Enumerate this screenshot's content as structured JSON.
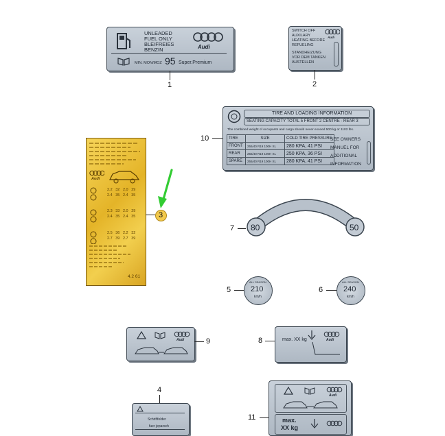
{
  "callouts": [
    "1",
    "2",
    "3",
    "4",
    "5",
    "6",
    "7",
    "8",
    "9",
    "10",
    "11"
  ],
  "label1": {
    "line1": "UNLEADED",
    "line2": "FUEL ONLY",
    "line3": "BLEIFREIES",
    "line4": "BENZIN",
    "mon": "MIN. MON/MOZ",
    "octane": "95",
    "grade": "Super.Premium",
    "brand": "Audi"
  },
  "label2": {
    "lines": [
      "SWITCH OFF",
      "AUXILARY",
      "HEATING BEFORE",
      "REFUELING",
      "STANDHEIZUNG",
      "VOR DEM TANKEN",
      "AUSTELLEN"
    ],
    "brand": "Audi"
  },
  "label10": {
    "title": "TIRE AND LOADING INFORMATION",
    "seating": "SEATING CAPACITY TOTAL 5  FRONT 2  CENTRE - REAR 3",
    "note": "The combined weight of occupants and cargo should never exceed 500 kg or 1102 lbs.",
    "headers": [
      "TIRE",
      "SIZE",
      "COLD TIRE PRESSURE"
    ],
    "rows": [
      {
        "tire": "FRONT",
        "size": "255/40 R19 100H XL",
        "pressure": "280 KPA, 41 PSI"
      },
      {
        "tire": "REAR",
        "size": "255/40 R19 100H XL",
        "pressure": "250 KPA, 36 PSI"
      },
      {
        "tire": "SPARE",
        "size": "255/40 R19 100H XL",
        "pressure": "280 KPA, 41 PSI"
      }
    ],
    "side": [
      "SEE OWNERS",
      "MANUEL FOR",
      "ADDITIONAL",
      "INFORMATION"
    ]
  },
  "label3": {
    "rows": [
      [
        "2.2",
        "32",
        "2.0",
        "29"
      ],
      [
        "2.4",
        "35",
        "2.4",
        "35"
      ],
      [
        "2.3",
        "33",
        "2.0",
        "29"
      ],
      [
        "2.4",
        "35",
        "2.4",
        "35"
      ],
      [
        "2.5",
        "36",
        "2.2",
        "32"
      ],
      [
        "2.7",
        "39",
        "2.7",
        "39"
      ]
    ],
    "code": "4.2 61",
    "brand": "Audi"
  },
  "label7": {
    "left": "80",
    "right": "50"
  },
  "label5": {
    "top": "ALL SEASON",
    "speed": "210",
    "unit": "km/h"
  },
  "label6": {
    "top": "ALL SEASON",
    "speed": "240",
    "unit": "km/h"
  },
  "label8": {
    "text": "max. XX kg",
    "brand": "Audi"
  },
  "label9": {
    "brand": "Audi"
  },
  "label4": {
    "line1": "Schriftfelder",
    "line2": "fuer jeparsch"
  },
  "label11": {
    "text1": "max.",
    "text2": "XX kg",
    "brand": "Audi"
  },
  "colors": {
    "plate": "#b8c1cb",
    "gold": "#e8bd35",
    "arrow": "#33cc33",
    "callout3": "#f2c94c"
  }
}
